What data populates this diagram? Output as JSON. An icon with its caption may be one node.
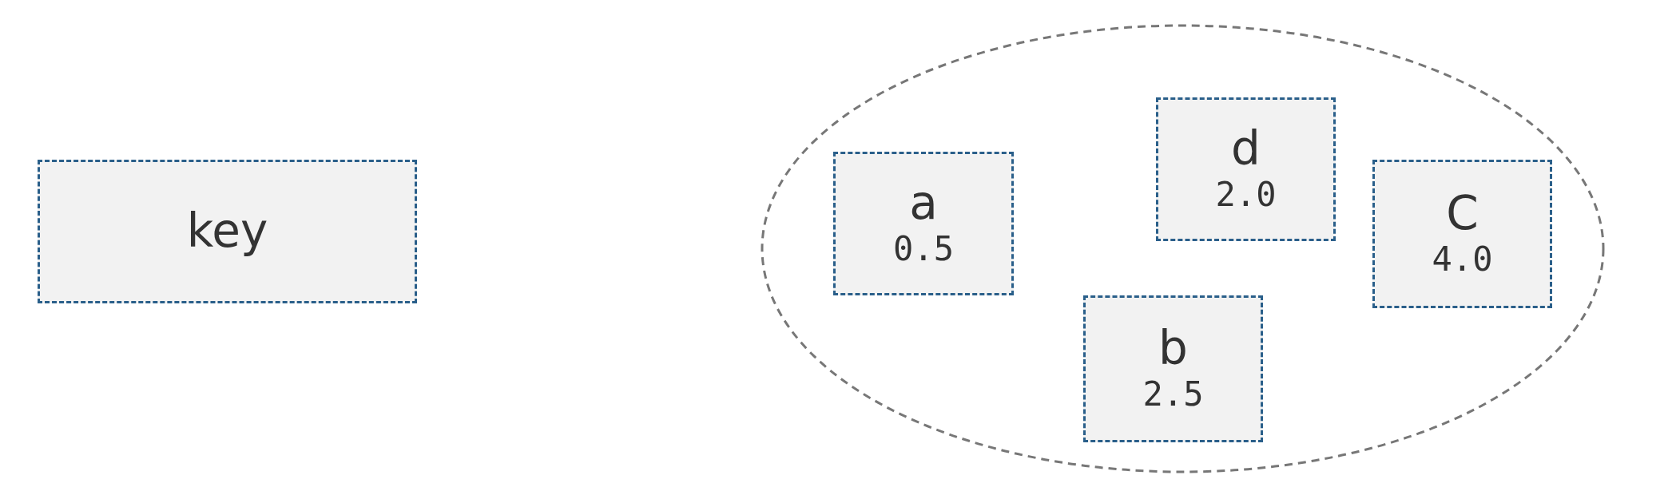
{
  "diagram": {
    "nodes": [
      {
        "text": [
          "key"
        ]
      },
      {
        "text": [],
        "shape": "ellipse"
      },
      {
        "text": [
          "a",
          "0.5"
        ],
        "in": 1
      },
      {
        "text": [
          "d",
          "2.0"
        ],
        "in": 1
      },
      {
        "text": [
          "C",
          "4.0"
        ],
        "in": 1
      },
      {
        "text": [
          "b",
          "2.5"
        ],
        "in": 1
      }
    ]
  }
}
